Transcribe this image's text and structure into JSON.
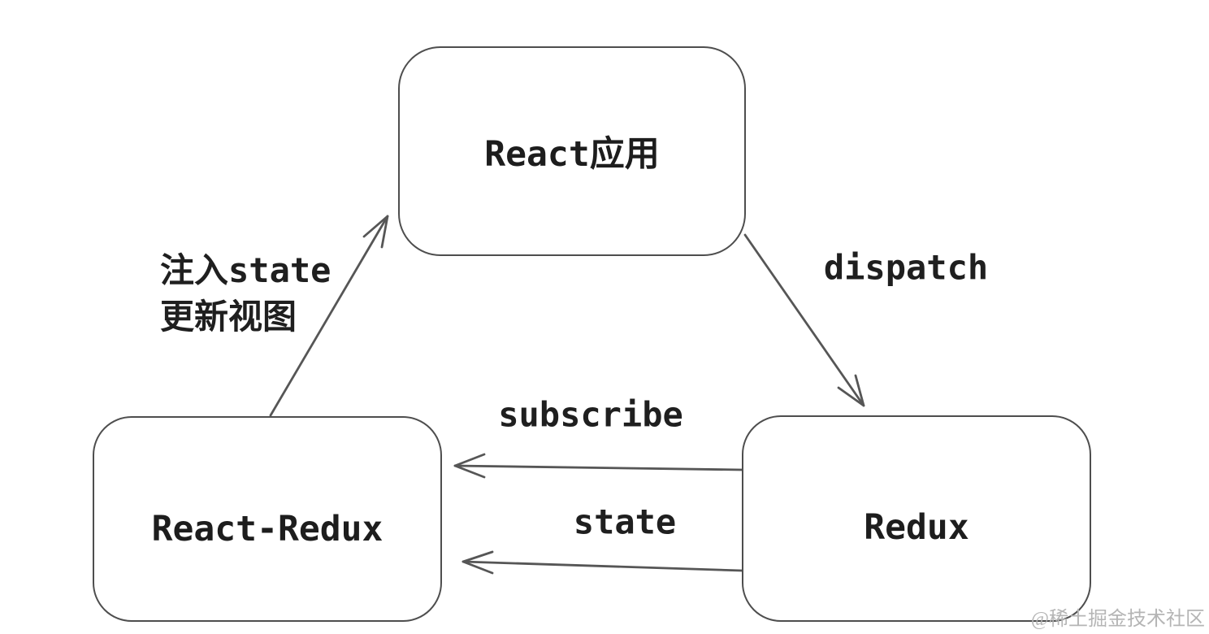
{
  "diagram": {
    "nodes": {
      "react_app": {
        "label": "React应用"
      },
      "react_redux": {
        "label": "React-Redux"
      },
      "redux": {
        "label": "Redux"
      }
    },
    "edges": {
      "inject": {
        "from": "React-Redux",
        "to": "React应用",
        "label_lines": [
          "注入state",
          "更新视图"
        ]
      },
      "dispatch": {
        "from": "React应用",
        "to": "Redux",
        "label": "dispatch"
      },
      "subscribe": {
        "from": "Redux",
        "to": "React-Redux",
        "label": "subscribe"
      },
      "state": {
        "from": "Redux",
        "to": "React-Redux",
        "label": "state"
      }
    },
    "colors": {
      "background": "#ffffff",
      "node_border": "#4e4e4e",
      "arrow_stroke": "#565656",
      "text": "#1d1d1d",
      "watermark_text": "#b5b5b5"
    }
  },
  "watermark": {
    "text": "@稀土掘金技术社区"
  }
}
